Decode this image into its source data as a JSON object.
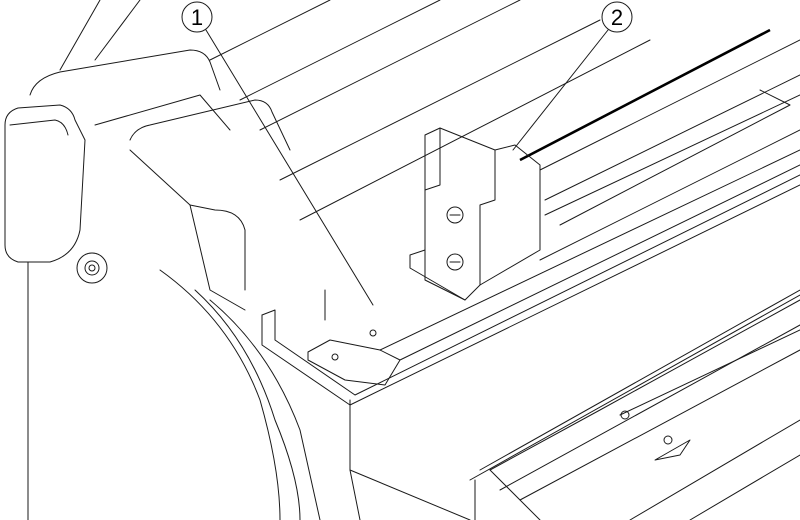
{
  "figure": {
    "type": "technical exploded line drawing",
    "callouts": [
      {
        "label": "1"
      },
      {
        "label": "2"
      }
    ],
    "colors": {
      "line": "#1a1a1a",
      "background": "#ffffff"
    }
  }
}
